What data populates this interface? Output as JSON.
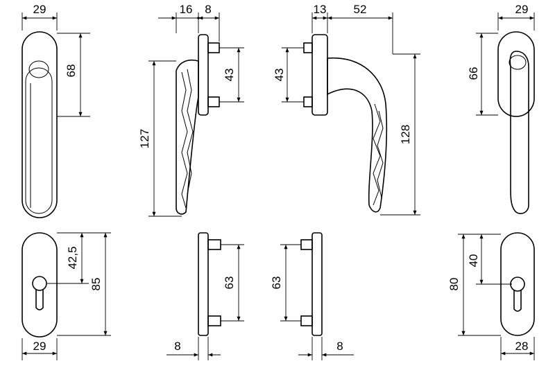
{
  "dimensions": {
    "handle_front_width": "29",
    "handle_front_base_height": "68",
    "handle_side_a_base": "16",
    "handle_side_a_pin": "8",
    "handle_side_a_spacing": "43",
    "handle_side_a_length": "127",
    "handle_side_b_base": "13",
    "handle_side_b_reach": "52",
    "handle_side_b_spacing": "43",
    "handle_side_b_length": "128",
    "handle_right_width": "29",
    "handle_right_base_height": "66",
    "rosette_left_center": "42,5",
    "rosette_left_height": "85",
    "rosette_left_width": "29",
    "rosette_side_a_spacing": "63",
    "rosette_side_a_pin": "8",
    "rosette_side_b_spacing": "63",
    "rosette_side_b_pin": "8",
    "rosette_right_center": "40",
    "rosette_right_height": "80",
    "rosette_right_width": "28"
  }
}
